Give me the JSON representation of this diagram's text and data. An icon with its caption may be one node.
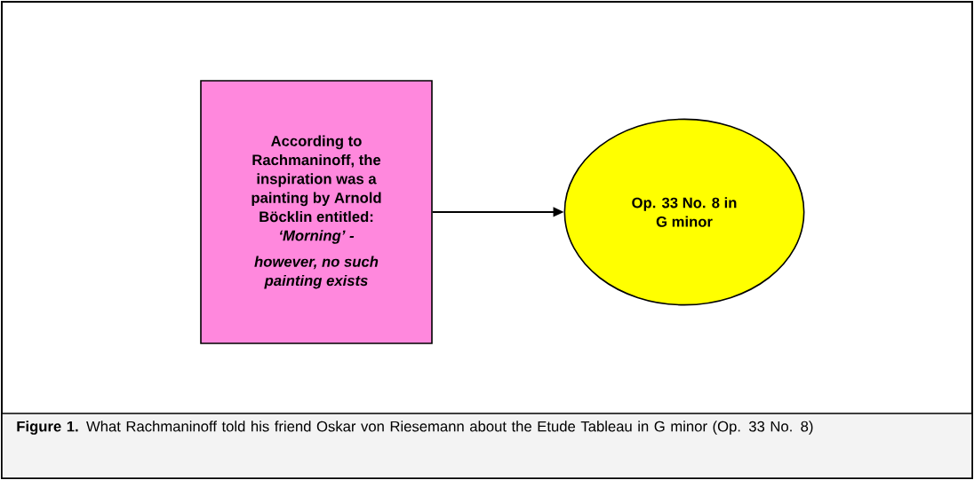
{
  "diagram": {
    "caption": "**Figure 1.** What Rachmaninoff told his friend Oskar von Riesemann about the Etude Tableau in G minor (Op. 33 No. 8)",
    "nodes": [
      {
        "text": [
          "According to Rachmaninoff, the inspiration was a painting by Arnold Böcklin entitled: *‘Morning’ -*",
          "however, no such painting exists"
        ]
      },
      {
        "text": [
          "Op. 33 No. 8 in G minor"
        ]
      }
    ],
    "edges": [
      {
        "from": 0,
        "to": 1,
        "arrow": "to"
      }
    ]
  }
}
